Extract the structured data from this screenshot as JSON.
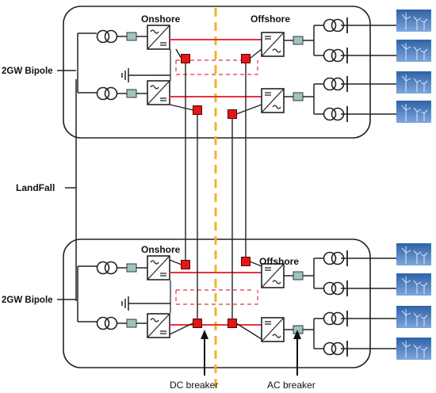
{
  "labels": {
    "onshore_top": "Onshore",
    "offshore_top": "Offshore",
    "onshore_bottom": "Onshore",
    "offshore_bottom": "Offshore",
    "bipole_top": "2GW Bipole",
    "bipole_bottom": "2GW Bipole",
    "landfall": "LandFall",
    "dc_breaker": "DC breaker",
    "ac_breaker": "AC breaker"
  },
  "colors": {
    "dc_line": "#e8323a",
    "breaker": "#e01818",
    "ac_filter": "#9fc4b8",
    "coast_line": "#f0b428",
    "panel_bg": "#4d7fc2"
  },
  "icons": [
    "transformer",
    "converter",
    "ground",
    "dc-breaker",
    "ac-breaker",
    "wind-farm"
  ]
}
